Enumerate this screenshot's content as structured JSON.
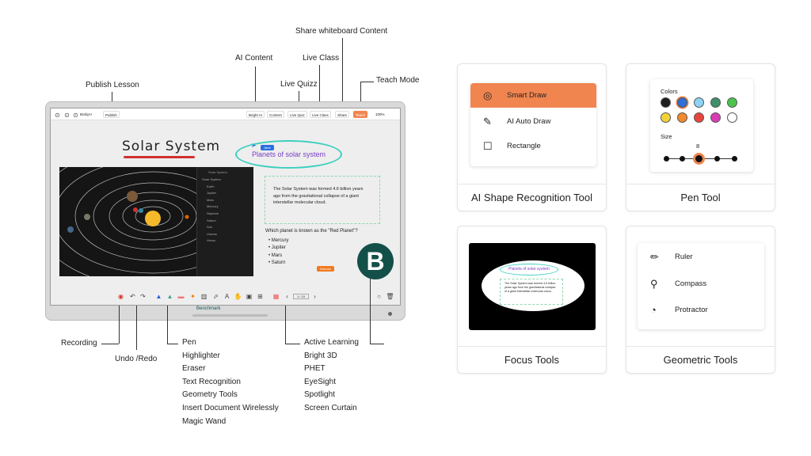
{
  "annotations": {
    "share": "Share whiteboard Content",
    "ai_content": "AI Content",
    "live_class": "Live Class",
    "live_quizz": "Live Quizz",
    "teach_mode": "Teach Mode",
    "publish": "Publish Lesson",
    "recording": "Recording",
    "undo_redo": "Undo /Redo",
    "pen_group": [
      "Pen",
      "Highlighter",
      "Eraser",
      "Text Recognition",
      "Geometry Tools",
      "Insert Document Wirelessly",
      "Magic Wand"
    ],
    "active_group": [
      "Active Learning",
      "Bright 3D",
      "PHET",
      "EyeSight",
      "Spotlight",
      "Screen Curtain"
    ]
  },
  "whiteboard": {
    "toolbar": {
      "app": "BrebjAI",
      "publish": "Publish",
      "bright_ai": "Bright AI",
      "content": "Content",
      "live_quiz": "Live Quiz",
      "live_class": "Live Class",
      "share": "Share",
      "teach": "Teach",
      "zoom": "100%"
    },
    "title": "Solar System",
    "cursor_tag_blue": "Jane",
    "cursor_tag_orange": "Duncan",
    "bubble": "Planets of solar system",
    "note": "The Solar System was formed 4.6 billion years ago from the gravitational collapse of a giant interstellar molecular cloud.",
    "question": "Which planet is known as the \"Red Planet\"?",
    "options": [
      "Mercury",
      "Jupiter",
      "Mars",
      "Saturn"
    ],
    "sim_panel_title": "Solar System",
    "sim_items": [
      "Solar System",
      "Earth",
      "Jupiter",
      "Mars",
      "Mercury",
      "Neptune",
      "Saturn",
      "Sun",
      "Uranus",
      "Venus"
    ],
    "page": "1 / 10",
    "brand": "Benchmark"
  },
  "cards": {
    "shape": {
      "title": "AI Shape Recognition Tool",
      "items": [
        "Smart Draw",
        "AI Auto Draw",
        "Rectangle"
      ]
    },
    "pen": {
      "title": "Pen Tool",
      "colors_label": "Colors",
      "size_label": "Size",
      "size_value": "8",
      "colors": [
        "#1e1e1e",
        "#2f6fd6",
        "#8fd3f4",
        "#3f8f6a",
        "#4cc44c",
        "#f3d33a",
        "#f08a2c",
        "#e8463c",
        "#d93bb5",
        "#ffffff"
      ]
    },
    "focus": {
      "title": "Focus Tools",
      "bubble": "Planets of solar system",
      "note": "The Solar System was formed 4.6 billion years ago from the gravitational collapse of a giant interstellar molecular cloud."
    },
    "geo": {
      "title": "Geometric Tools",
      "items": [
        "Ruler",
        "Compass",
        "Protractor"
      ]
    }
  },
  "colors": {
    "accent": "#f08550",
    "teal": "#3ccfc0",
    "purple": "#7a3fc4"
  }
}
